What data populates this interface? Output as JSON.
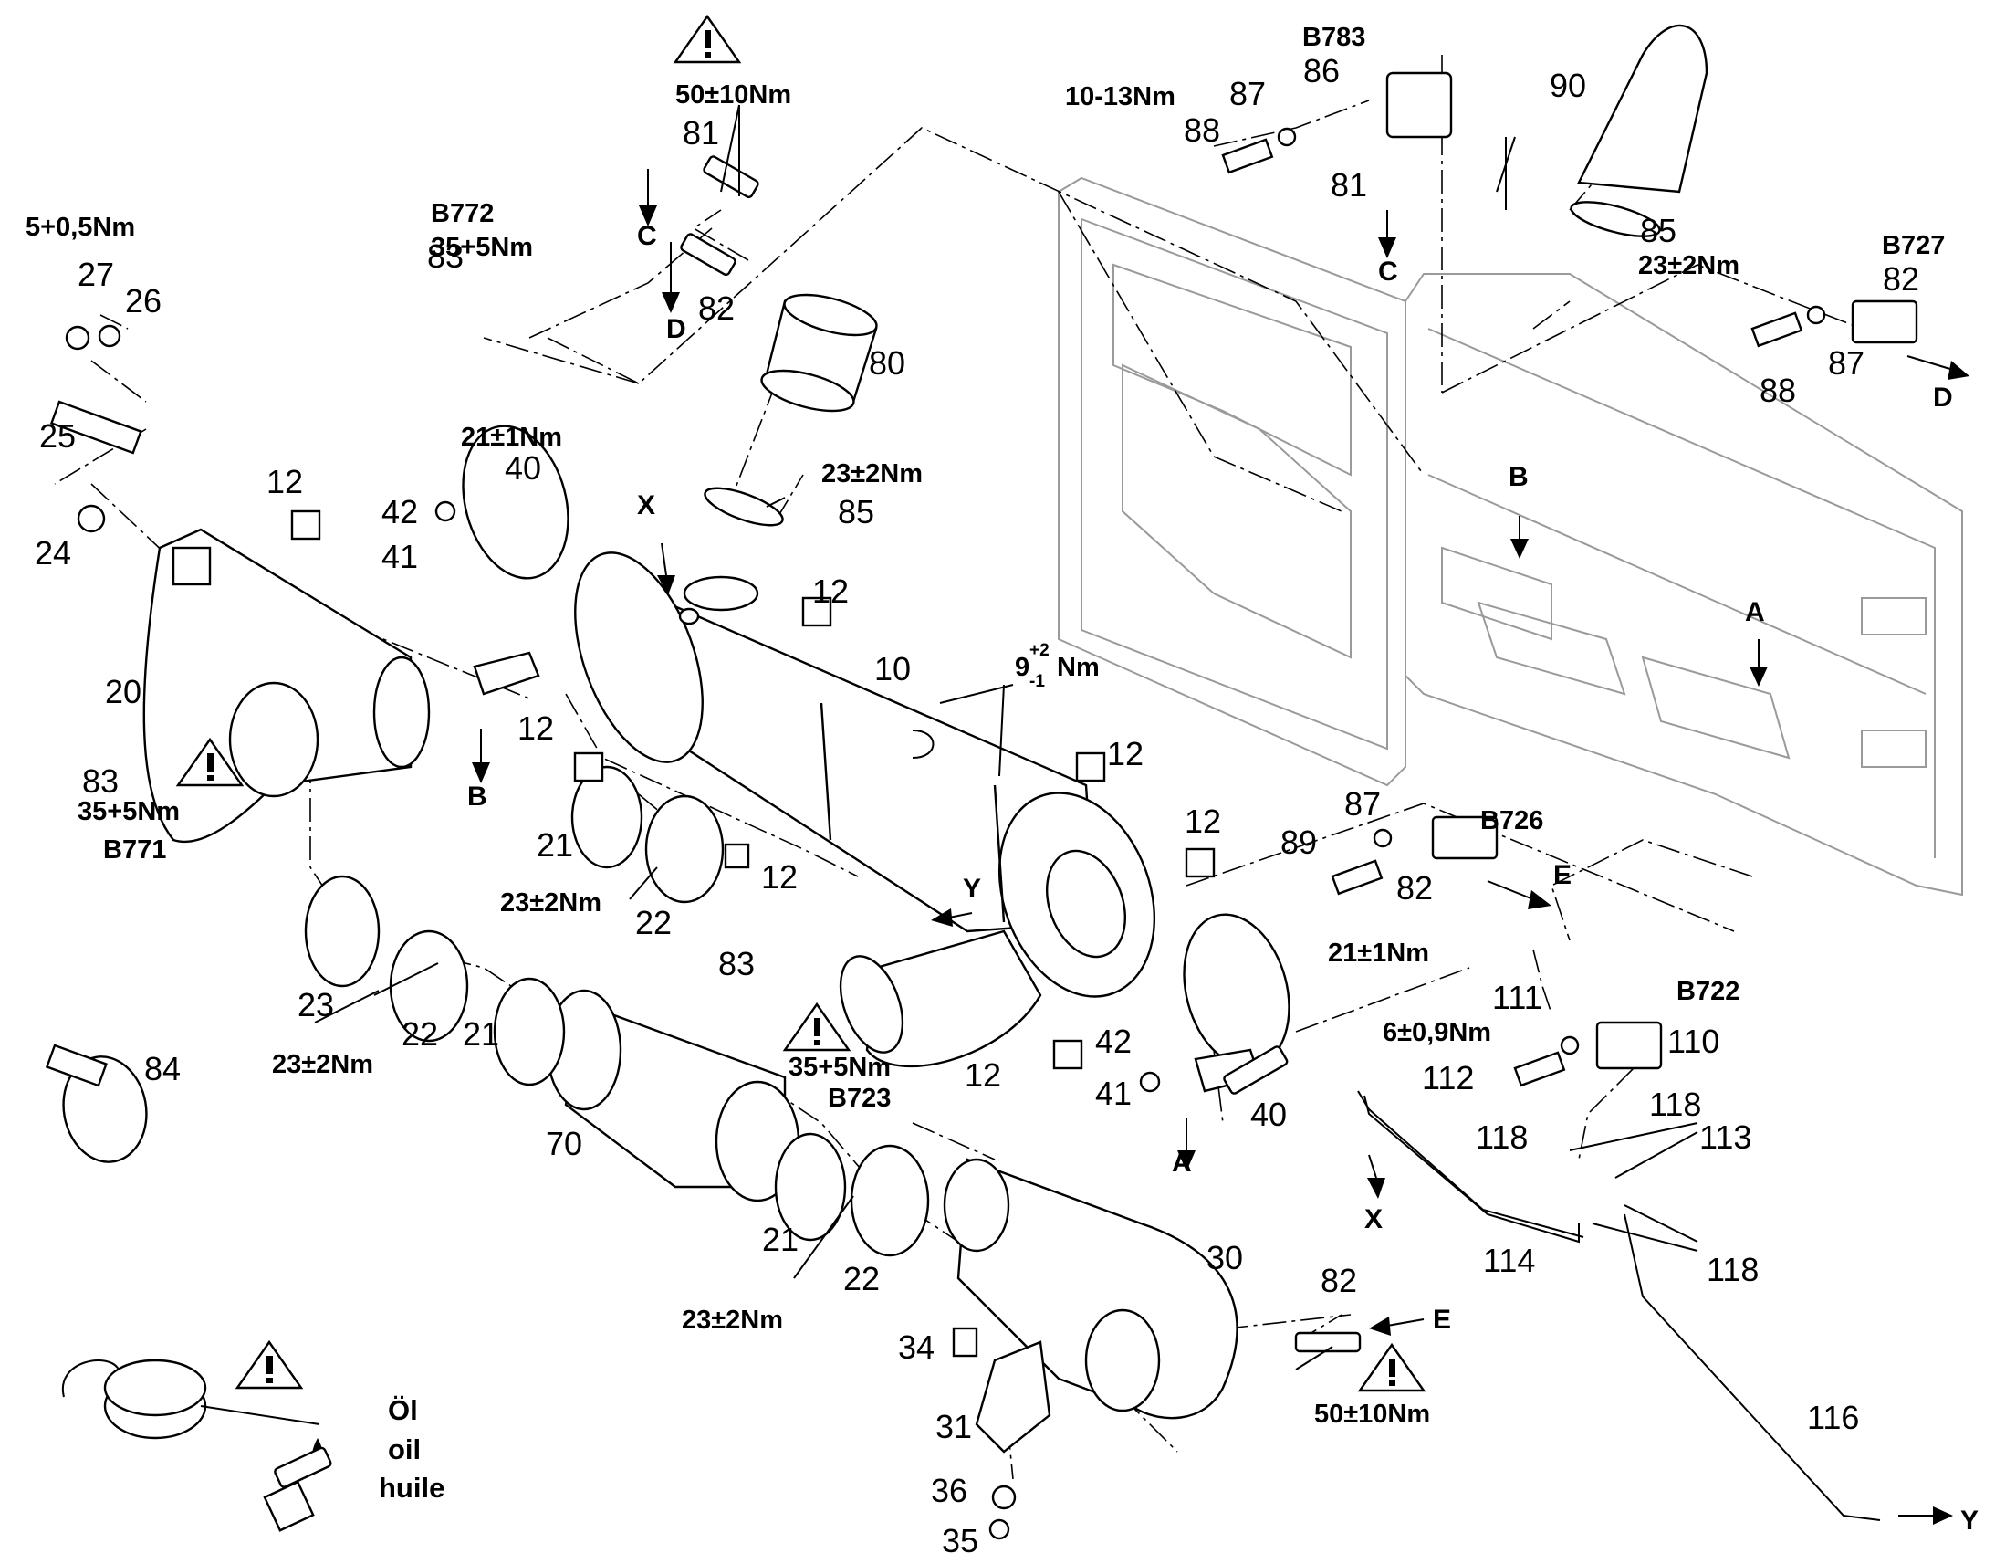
{
  "diagram": {
    "parts": {
      "p10": "10",
      "p12a": "12",
      "p12b": "12",
      "p12c": "12",
      "p12d": "12",
      "p12e": "12",
      "p12f": "12",
      "p12g": "12",
      "p20": "20",
      "p21a": "21",
      "p21b": "21",
      "p21c": "21",
      "p22a": "22",
      "p22b": "22",
      "p22c": "22",
      "p23": "23",
      "p24": "24",
      "p25": "25",
      "p26": "26",
      "p27": "27",
      "p30": "30",
      "p31": "31",
      "p34": "34",
      "p35": "35",
      "p36": "36",
      "p40a": "40",
      "p40b": "40",
      "p41a": "41",
      "p41b": "41",
      "p42a": "42",
      "p42b": "42",
      "p70": "70",
      "p80": "80",
      "p81a": "81",
      "p81b": "81",
      "p82a": "82",
      "p82b": "82",
      "p82c": "82",
      "p82d": "82",
      "p83a": "83",
      "p83b": "83",
      "p83c": "83",
      "p84": "84",
      "p85a": "85",
      "p85b": "85",
      "p86": "86",
      "p87a": "87",
      "p87b": "87",
      "p87c": "87",
      "p88a": "88",
      "p88b": "88",
      "p89": "89",
      "p90": "90",
      "p110": "110",
      "p111": "111",
      "p112": "112",
      "p113": "113",
      "p114": "114",
      "p116": "116",
      "p118a": "118",
      "p118b": "118",
      "p118c": "118"
    },
    "torques": {
      "t_50_top": "50±10Nm",
      "t_50_bottom": "50±10Nm",
      "t_5": "5+0,5Nm",
      "t_35_b772": "35+5Nm",
      "t_35_b771": "35+5Nm",
      "t_35_b723": "35+5Nm",
      "t_21_top": "21±1Nm",
      "t_21_right": "21±1Nm",
      "t_23_85": "23±2Nm",
      "t_23_85b": "23±2Nm",
      "t_23_22a": "23±2Nm",
      "t_23_22b": "23±2Nm",
      "t_23_22c": "23±2Nm",
      "t_9": "9",
      "t_9_sup": "+2",
      "t_9_sub": "-1",
      "t_9_unit": "Nm",
      "t_10_13": "10-13Nm",
      "t_6": "6±0,9Nm"
    },
    "codes": {
      "b783": "B783",
      "b772": "B772",
      "b771": "B771",
      "b727": "B727",
      "b726": "B726",
      "b723": "B723",
      "b722": "B722"
    },
    "refs": {
      "a1": "A",
      "a2": "A",
      "b1": "B",
      "b2": "B",
      "c1": "C",
      "c2": "C",
      "d1": "D",
      "d2": "D",
      "e1": "E",
      "e2": "E",
      "x1": "X",
      "x2": "X",
      "y1": "Y",
      "y2": "Y"
    },
    "oil_note": {
      "de": "Öl",
      "en": "oil",
      "fr": "huile"
    },
    "icons": [
      "warning-triangle-icon",
      "oil-drop-icon"
    ]
  }
}
